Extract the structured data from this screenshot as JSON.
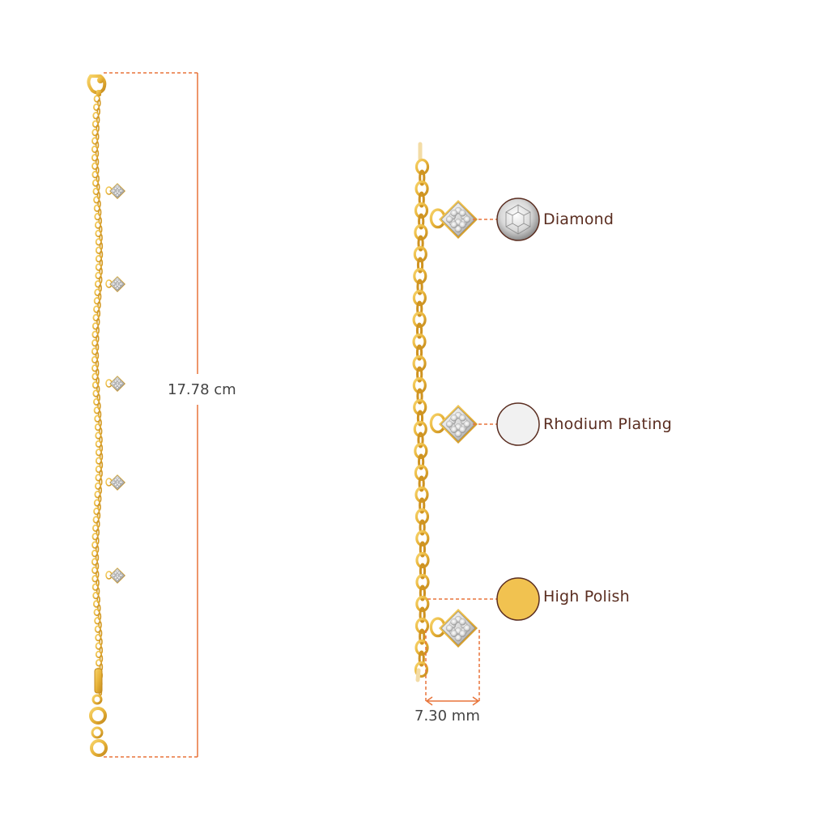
{
  "bracelet": {
    "length_label": "17.78 cm",
    "charm_count": 5
  },
  "closeup": {
    "charm_width_label": "7.30 mm"
  },
  "materials": [
    {
      "label": "Diamond",
      "swatch": "diamond-icon"
    },
    {
      "label": "Rhodium Plating",
      "swatch_color": "#f1f1f1"
    },
    {
      "label": "High Polish",
      "swatch_color": "#f1c250"
    }
  ],
  "colors": {
    "gold": "#e8b43a",
    "gold_dark": "#b97f12",
    "dimension_line": "#e8743a",
    "label_text": "#5a2d20"
  }
}
